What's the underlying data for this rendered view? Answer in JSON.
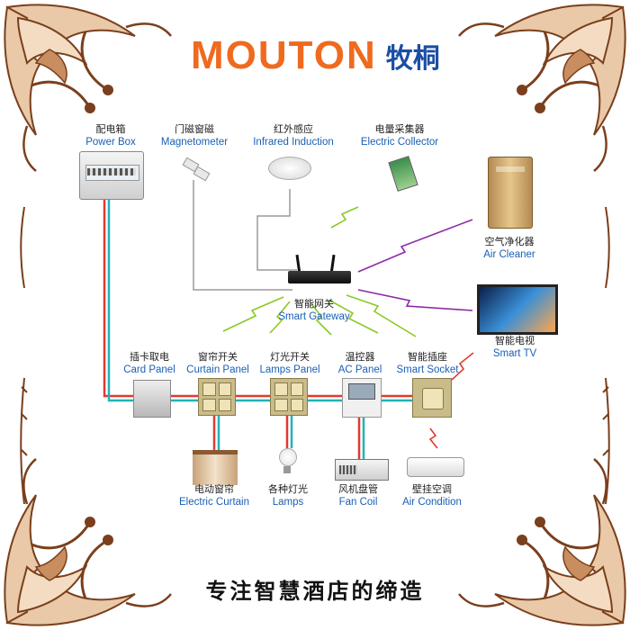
{
  "brand": {
    "name_en": "MOUTON",
    "name_cn": "牧桐"
  },
  "slogan": "专注智慧酒店的缔造",
  "devices": {
    "power_box": {
      "cn": "配电箱",
      "en": "Power Box"
    },
    "magnetometer": {
      "cn": "门磁窗磁",
      "en": "Magnetometer"
    },
    "infrared": {
      "cn": "红外感应",
      "en": "Infrared Induction"
    },
    "collector": {
      "cn": "电量采集器",
      "en": "Electric Collector"
    },
    "air_cleaner": {
      "cn": "空气净化器",
      "en": "Air Cleaner"
    },
    "gateway": {
      "cn": "智能网关",
      "en": "Smart Gateway"
    },
    "smart_tv": {
      "cn": "智能电视",
      "en": "Smart TV"
    },
    "card_panel": {
      "cn": "插卡取电",
      "en": "Card Panel"
    },
    "curtain_panel": {
      "cn": "窗帘开关",
      "en": "Curtain Panel"
    },
    "lamps_panel": {
      "cn": "灯光开关",
      "en": "Lamps Panel"
    },
    "ac_panel": {
      "cn": "温控器",
      "en": "AC Panel"
    },
    "smart_socket": {
      "cn": "智能插座",
      "en": "Smart Socket"
    },
    "curtain": {
      "cn": "电动窗帘",
      "en": "Electric Curtain"
    },
    "lamps": {
      "cn": "各种灯光",
      "en": "Lamps"
    },
    "fan_coil": {
      "cn": "风机盘管",
      "en": "Fan Coil"
    },
    "air_condition": {
      "cn": "壁挂空调",
      "en": "Air Condition"
    }
  },
  "colors": {
    "brand_orange": "#ef6a1f",
    "brand_blue": "#1c4ea3",
    "wire_red": "#e23a2f",
    "wire_cyan": "#22b3b8",
    "ornament": "#8a4b22",
    "label_blue": "#1a5fb4"
  }
}
